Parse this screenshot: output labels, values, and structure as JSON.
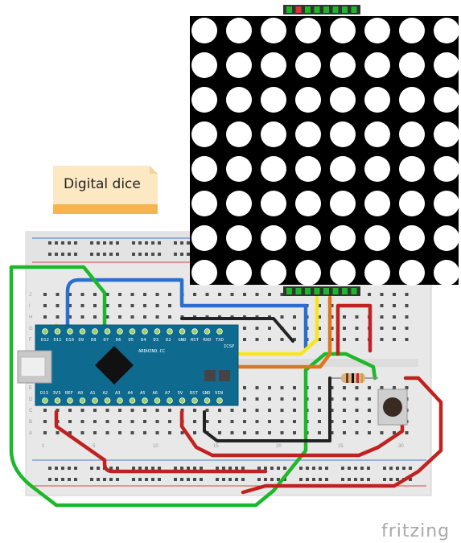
{
  "note": {
    "text": "Digital dice"
  },
  "logo": {
    "text": "fritzing"
  },
  "matrix": {
    "rows": 8,
    "cols": 8
  },
  "arduino": {
    "top_pins": [
      "D12",
      "D11",
      "D10",
      "D9",
      "D8",
      "D7",
      "D6",
      "D5",
      "D4",
      "D3",
      "D2",
      "GND",
      "RST",
      "RXD",
      "TXD"
    ],
    "bottom_pins": [
      "D13",
      "3V3",
      "REF",
      "A0",
      "A1",
      "A2",
      "A3",
      "A4",
      "A5",
      "A6",
      "A7",
      "5V",
      "RST",
      "GND",
      "VIN"
    ],
    "board_text": "ARDUINO.CC",
    "icsp": "ICSP"
  },
  "breadboard": {
    "row_letters_top": [
      "J",
      "I",
      "H",
      "G",
      "F"
    ],
    "row_letters_bottom": [
      "E",
      "D",
      "C",
      "B",
      "A"
    ],
    "col_numbers": [
      "1",
      "5",
      "10",
      "15",
      "20",
      "25",
      "30"
    ]
  },
  "wire_colors": {
    "green": "#1db82a",
    "red": "#c0221f",
    "blue": "#2a6fd0",
    "yellow": "#f7e61e",
    "orange": "#e0761c",
    "black": "#222222"
  }
}
